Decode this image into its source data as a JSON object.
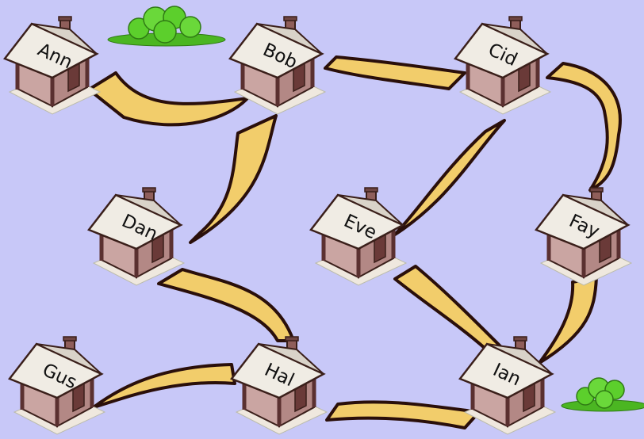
{
  "colors": {
    "background": "#c8c8f8",
    "path_fill": "#f2cd6b",
    "path_edge": "#2a0f0a",
    "roof": "#f0ece4",
    "wall": "#caa5a2",
    "wall_shade": "#9c6f6c",
    "door": "#5a3030",
    "bush": "#5ccf2c"
  },
  "houses": [
    {
      "id": "ann",
      "label": "Ann"
    },
    {
      "id": "bob",
      "label": "Bob"
    },
    {
      "id": "cid",
      "label": "Cid"
    },
    {
      "id": "dan",
      "label": "Dan"
    },
    {
      "id": "eve",
      "label": "Eve"
    },
    {
      "id": "fay",
      "label": "Fay"
    },
    {
      "id": "gus",
      "label": "Gus"
    },
    {
      "id": "hal",
      "label": "Hal"
    },
    {
      "id": "ian",
      "label": "Ian"
    }
  ],
  "paths": [
    {
      "id": "ann-bob",
      "from": "Ann",
      "to": "Bob"
    },
    {
      "id": "bob-cid",
      "from": "Bob",
      "to": "Cid"
    },
    {
      "id": "bob-dan",
      "from": "Bob",
      "to": "Dan"
    },
    {
      "id": "cid-fay",
      "from": "Cid",
      "to": "Fay"
    },
    {
      "id": "cid-eve",
      "from": "Cid",
      "to": "Eve"
    },
    {
      "id": "dan-hal",
      "from": "Dan",
      "to": "Hal"
    },
    {
      "id": "eve-ian",
      "from": "Eve",
      "to": "Ian"
    },
    {
      "id": "fay-ian",
      "from": "Fay",
      "to": "Ian"
    },
    {
      "id": "gus-hal",
      "from": "Gus",
      "to": "Hal"
    },
    {
      "id": "hal-ian",
      "from": "Hal",
      "to": "Ian"
    }
  ],
  "bushes": [
    {
      "id": "bush-top"
    },
    {
      "id": "bush-bottom-right"
    }
  ]
}
